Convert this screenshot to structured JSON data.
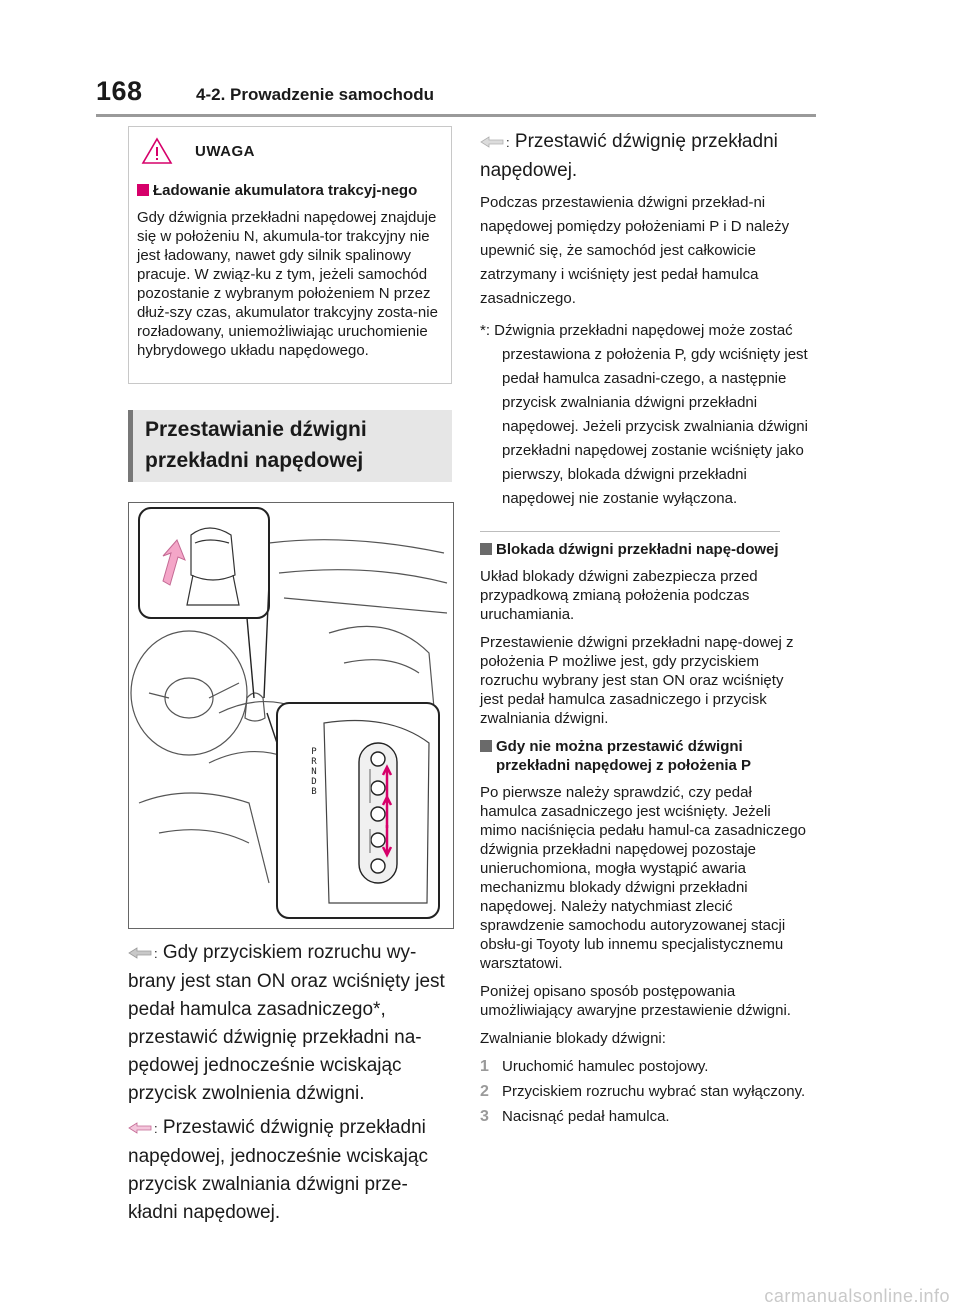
{
  "header": {
    "page_number": "168",
    "section": "4-2. Prowadzenie samochodu"
  },
  "warning": {
    "label": "UWAGA",
    "subhead": "Ładowanie akumulatora trakcyj-nego",
    "text": "Gdy dźwignia przekładni napędowej znajduje się w położeniu N, akumula-tor trakcyjny nie jest ładowany, nawet gdy silnik spalinowy pracuje. W związ-ku z tym, jeżeli samochód pozostanie z wybranym położeniem N przez dłuż-szy czas, akumulator trakcyjny zosta-nie rozładowany, uniemożliwiając uruchomienie hybrydowego układu napędowego."
  },
  "section_heading": "Przestawianie dźwigni przekładni napędowej",
  "illustration": {
    "gear_labels": [
      "P",
      "R",
      "N",
      "D",
      "B"
    ]
  },
  "steps": {
    "step1": "Gdy przyciskiem rozruchu wy-brany jest stan ON oraz wciśnięty jest pedał hamulca zasadniczego*, przestawić dźwignię przekładni na-pędowej jednocześnie wciskając przycisk zwolnienia dźwigni.",
    "step2": "Przestawić dźwignię przekładni napędowej, jednocześnie wciskając przycisk zwalniania dźwigni prze-kładni napędowej.",
    "step3": "Przestawić dźwignię przekładni napędowej.",
    "colon": ":"
  },
  "right": {
    "note": "Podczas przestawienia dźwigni przekład-ni napędowej pomiędzy położeniami P i D należy upewnić się, że samochód jest całkowicie zatrzymany i wciśnięty jest pedał hamulca zasadniczego.",
    "star_note": "*: Dźwignia przekładni napędowej może zostać przestawiona z położenia P, gdy wciśnięty jest pedał hamulca zasadni-czego, a następnie przycisk zwalniania dźwigni przekładni napędowej. Jeżeli przycisk zwalniania dźwigni przekładni napędowej zostanie wciśnięty jako pierwszy, blokada dźwigni przekładni napędowej nie zostanie wyłączona.",
    "lock_head": "Blokada dźwigni przekładni napę-dowej",
    "lock_p1": "Układ blokady dźwigni zabezpiecza przed przypadkową zmianą położenia podczas uruchamiania.",
    "lock_p2": "Przestawienie dźwigni przekładni napę-dowej z położenia P możliwe jest, gdy przyciskiem rozruchu wybrany jest stan ON oraz wciśnięty jest pedał hamulca zasadniczego i przycisk zwalniania dźwigni.",
    "cannot_head": "Gdy nie można przestawić dźwigni przekładni napędowej z położenia P",
    "cannot_p1": "Po pierwsze należy sprawdzić, czy pedał hamulca zasadniczego jest wciśnięty. Jeżeli mimo naciśnięcia pedału hamul-ca zasadniczego dźwignia przekładni napędowej pozostaje unieruchomiona, mogła wystąpić awaria mechanizmu blokady dźwigni przekładni napędowej. Należy natychmiast zlecić sprawdzenie samochodu autoryzowanej stacji obsłu-gi Toyoty lub innemu specjalistycznemu warsztatowi.",
    "cannot_p2": "Poniżej opisano sposób postępowania umożliwiający awaryjne przestawienie dźwigni.",
    "release_intro": "Zwalnianie blokady dźwigni:",
    "items": [
      {
        "num": "1",
        "text": "Uruchomić hamulec postojowy."
      },
      {
        "num": "2",
        "text": "Przyciskiem rozruchu wybrać stan wyłączony."
      },
      {
        "num": "3",
        "text": "Nacisnąć pedał hamulca."
      }
    ]
  },
  "footer": "carmanualsonline.info",
  "colors": {
    "warning_accent": "#d6006a",
    "arrow_grey": "#c8c8c8",
    "arrow_pink": "#f4a6c8",
    "arrow_light": "#dcdcdc"
  }
}
